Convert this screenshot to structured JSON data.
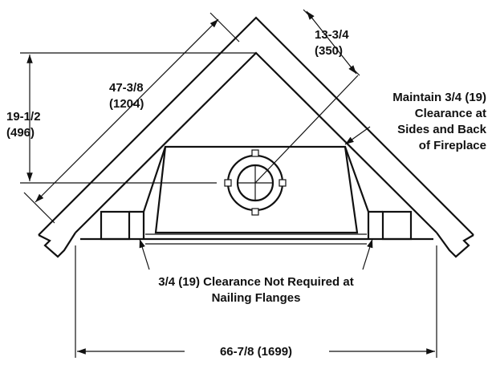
{
  "diagram": {
    "dimensions": {
      "vertical_height_in": "19-1/2",
      "vertical_height_mm": "(496)",
      "wall_length_in": "47-3/8",
      "wall_length_mm": "(1204)",
      "corner_offset_in": "13-3/4",
      "corner_offset_mm": "(350)",
      "overall_width": "66-7/8 (1699)"
    },
    "notes": {
      "side_clearance_line1": "Maintain 3/4 (19)",
      "side_clearance_line2": "Clearance at",
      "side_clearance_line3": "Sides and Back",
      "side_clearance_line4": "of Fireplace",
      "flange_note_line1": "3/4 (19) Clearance Not Required at",
      "flange_note_line2": "Nailing Flanges"
    }
  }
}
